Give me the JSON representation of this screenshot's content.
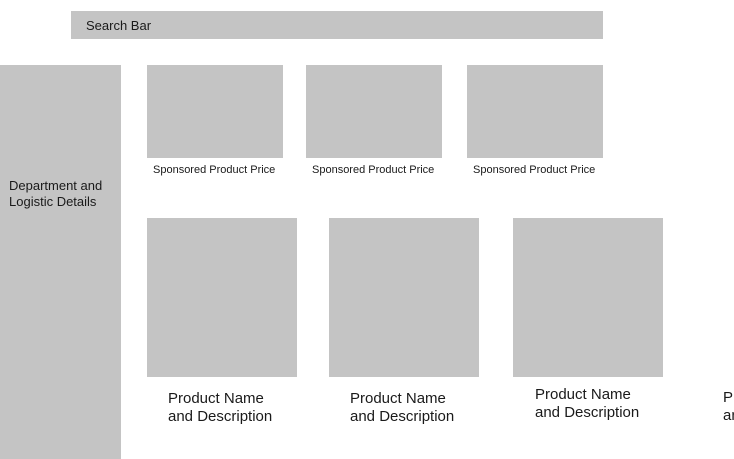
{
  "search": {
    "label": "Search Bar"
  },
  "sidebar": {
    "line1": "Department and",
    "line2": "Logistic Details"
  },
  "sponsored": [
    {
      "price": "Sponsored Product Price"
    },
    {
      "price": "Sponsored Product Price"
    },
    {
      "price": "Sponsored Product Price"
    }
  ],
  "products": [
    {
      "line1": "Product Name",
      "line2": "and Description"
    },
    {
      "line1": "Product Name",
      "line2": "and Description"
    },
    {
      "line1": "Product Name",
      "line2": "and Description"
    },
    {
      "line1": "Product Name",
      "line2": "and Description"
    }
  ],
  "colors": {
    "placeholder": "#c4c4c4",
    "background": "#ffffff"
  }
}
